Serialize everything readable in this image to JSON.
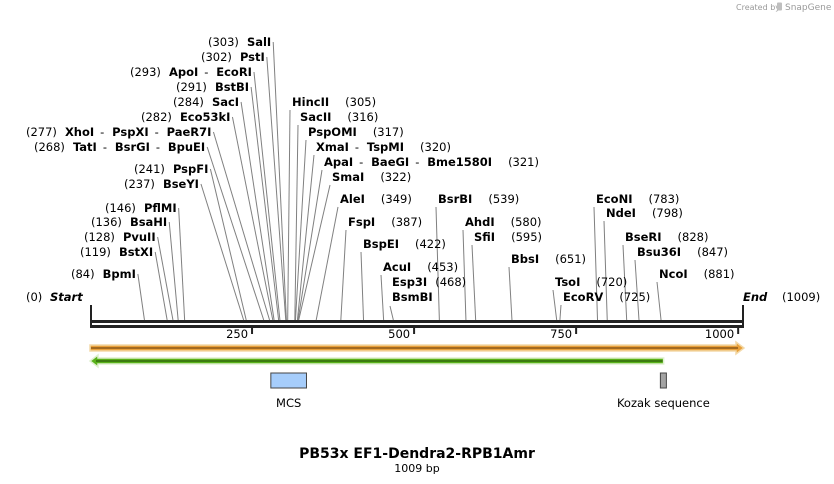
{
  "credit": {
    "text": "Created by",
    "brand": "SnapGene"
  },
  "title": "PB53x EF1-Dendra2-RPB1Amr",
  "length_label": "1009 bp",
  "length_bp": 1009,
  "ends": {
    "start": {
      "pos": "(0)",
      "name": "Start"
    },
    "end": {
      "pos": "(1009)",
      "name": "End"
    }
  },
  "ruler_ticks": [
    "250",
    "500",
    "750",
    "1000"
  ],
  "features": [
    {
      "name": "MCS",
      "start": 279,
      "end": 334,
      "color": "#a6cdfb"
    },
    {
      "name": "Kozak sequence",
      "start": 880,
      "end": 889,
      "color": "#a3a3a3"
    }
  ],
  "arrows": [
    {
      "name": "forward-orf",
      "start": 1,
      "end": 1009,
      "direction": "right",
      "color": "#e9a03a"
    },
    {
      "name": "reverse-orf",
      "start": 1,
      "end": 885,
      "direction": "left",
      "color": "#59b21a"
    }
  ],
  "sites": [
    {
      "pos": "(303)",
      "bp": 303,
      "names": [
        "SalI"
      ]
    },
    {
      "pos": "(302)",
      "bp": 302,
      "names": [
        "PstI"
      ]
    },
    {
      "pos": "(293)",
      "bp": 293,
      "names": [
        "ApoI",
        "EcoRI"
      ]
    },
    {
      "pos": "(291)",
      "bp": 291,
      "names": [
        "BstBI"
      ]
    },
    {
      "pos": "(284)",
      "bp": 284,
      "names": [
        "SacI"
      ]
    },
    {
      "pos": "(282)",
      "bp": 282,
      "names": [
        "Eco53kI"
      ]
    },
    {
      "pos": "(277)",
      "bp": 277,
      "names": [
        "XhoI",
        "PspXI",
        "PaeR7I"
      ]
    },
    {
      "pos": "(268)",
      "bp": 268,
      "names": [
        "TatI",
        "BsrGI",
        "BpuEI"
      ]
    },
    {
      "pos": "(241)",
      "bp": 241,
      "names": [
        "PspFI"
      ]
    },
    {
      "pos": "(237)",
      "bp": 237,
      "names": [
        "BseYI"
      ]
    },
    {
      "pos": "(146)",
      "bp": 146,
      "names": [
        "PflMI"
      ]
    },
    {
      "pos": "(136)",
      "bp": 136,
      "names": [
        "BsaHI"
      ]
    },
    {
      "pos": "(128)",
      "bp": 128,
      "names": [
        "PvuII"
      ]
    },
    {
      "pos": "(119)",
      "bp": 119,
      "names": [
        "BstXI"
      ]
    },
    {
      "pos": "(84)",
      "bp": 84,
      "names": [
        "BpmI"
      ]
    },
    {
      "pos": "(305)",
      "bp": 305,
      "names": [
        "HincII"
      ]
    },
    {
      "pos": "(316)",
      "bp": 316,
      "names": [
        "SacII"
      ]
    },
    {
      "pos": "(317)",
      "bp": 317,
      "names": [
        "PspOMI"
      ]
    },
    {
      "pos": "(320)",
      "bp": 320,
      "names": [
        "XmaI",
        "TspMI"
      ]
    },
    {
      "pos": "(321)",
      "bp": 321,
      "names": [
        "ApaI",
        "BaeGI",
        "Bme1580I"
      ]
    },
    {
      "pos": "(322)",
      "bp": 322,
      "names": [
        "SmaI"
      ]
    },
    {
      "pos": "(349)",
      "bp": 349,
      "names": [
        "AleI"
      ]
    },
    {
      "pos": "(387)",
      "bp": 387,
      "names": [
        "FspI"
      ]
    },
    {
      "pos": "(422)",
      "bp": 422,
      "names": [
        "BspEI"
      ]
    },
    {
      "pos": "(453)",
      "bp": 453,
      "names": [
        "AcuI"
      ]
    },
    {
      "pos": "(468)",
      "bp": 468,
      "names": [
        "Esp3I",
        "BsmBI"
      ]
    },
    {
      "pos": "(539)",
      "bp": 539,
      "names": [
        "BsrBI"
      ]
    },
    {
      "pos": "(580)",
      "bp": 580,
      "names": [
        "AhdI"
      ]
    },
    {
      "pos": "(595)",
      "bp": 595,
      "names": [
        "SfiI"
      ]
    },
    {
      "pos": "(651)",
      "bp": 651,
      "names": [
        "BbsI"
      ]
    },
    {
      "pos": "(720)",
      "bp": 720,
      "names": [
        "TsoI"
      ]
    },
    {
      "pos": "(725)",
      "bp": 725,
      "names": [
        "EcoRV"
      ]
    },
    {
      "pos": "(783)",
      "bp": 783,
      "names": [
        "EcoNI"
      ]
    },
    {
      "pos": "(798)",
      "bp": 798,
      "names": [
        "NdeI"
      ]
    },
    {
      "pos": "(828)",
      "bp": 828,
      "names": [
        "BseRI"
      ]
    },
    {
      "pos": "(847)",
      "bp": 847,
      "names": [
        "Bsu36I"
      ]
    },
    {
      "pos": "(881)",
      "bp": 881,
      "names": [
        "NcoI"
      ]
    }
  ]
}
